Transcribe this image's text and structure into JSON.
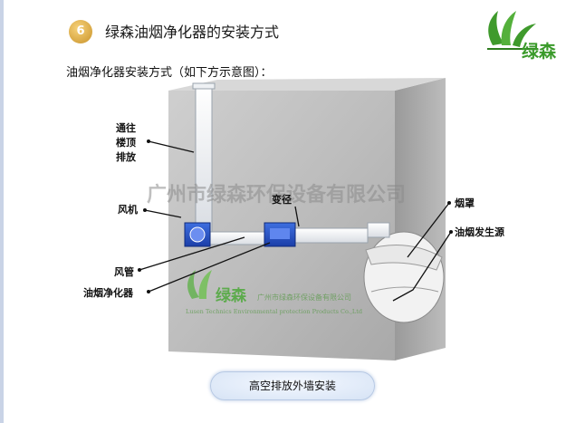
{
  "header": {
    "number": "6",
    "title": "绿森油烟净化器的安装方式"
  },
  "logo": {
    "text": "绿森"
  },
  "subtitle": "油烟净化器安装方式（如下方示意图）：",
  "diagram": {
    "watermark_main": "广州市绿森环保设备有限公司",
    "watermark_sub_cn": "广州市绿森环保设备有限公司",
    "watermark_sub_en": "Lusen Technics Environmental protection Products Co.,Ltd",
    "watermark_logo": "绿森",
    "labels": {
      "roof": [
        "通往",
        "楼顶",
        "排放"
      ],
      "reducer": "变径",
      "fan": "风机",
      "duct": "风管",
      "purifier": "油烟净化器",
      "hood": "烟罩",
      "source": "油烟发生源"
    },
    "caption": "高空排放外墙安装"
  }
}
